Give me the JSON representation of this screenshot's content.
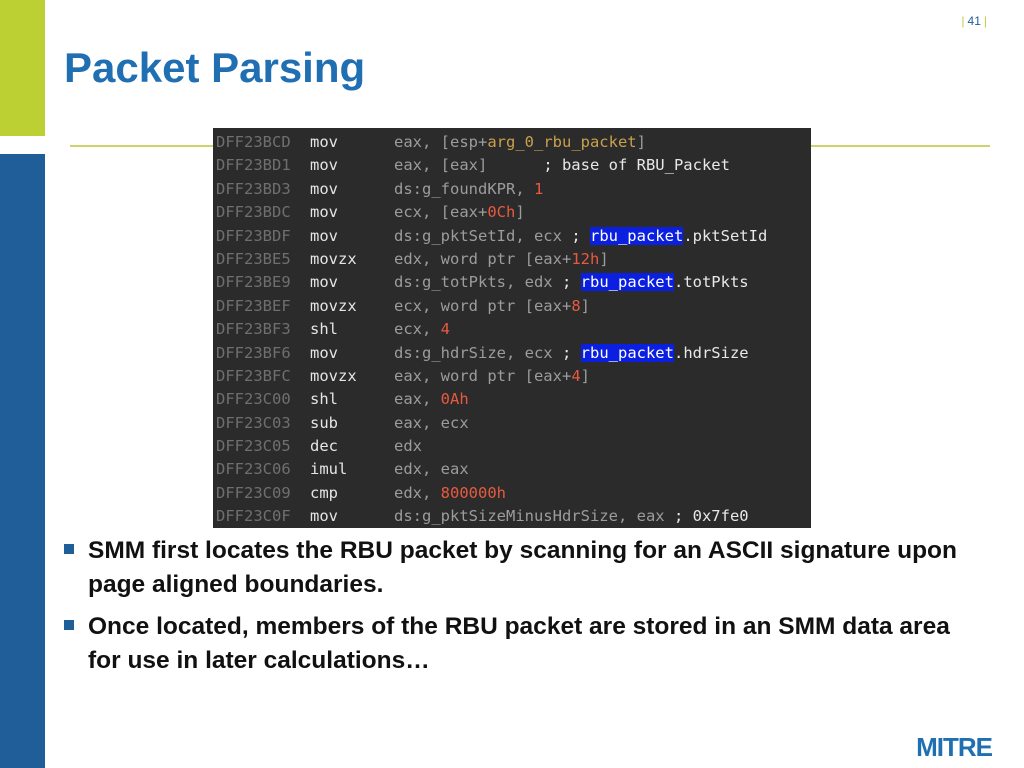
{
  "slide": {
    "page_number": "41",
    "title": "Packet Parsing",
    "logo": "MITRE",
    "accent_green": "#bccf33",
    "accent_blue": "#1f5e99",
    "title_color": "#1f6fb2"
  },
  "code": {
    "lines": [
      {
        "addr": "DFF23BCD",
        "mnem": "mov",
        "ops": [
          [
            "t",
            "eax, ["
          ],
          [
            "t",
            "esp+"
          ],
          [
            "sym",
            "arg_0_rbu_packet"
          ],
          [
            "t",
            "]"
          ]
        ]
      },
      {
        "addr": "DFF23BD1",
        "mnem": "mov",
        "ops": [
          [
            "t",
            "eax, [eax]      "
          ],
          [
            "cmt",
            "; base of RBU_Packet"
          ]
        ]
      },
      {
        "addr": "DFF23BD3",
        "mnem": "mov",
        "ops": [
          [
            "t",
            "ds:g_foundKPR, "
          ],
          [
            "num",
            "1"
          ]
        ]
      },
      {
        "addr": "DFF23BDC",
        "mnem": "mov",
        "ops": [
          [
            "t",
            "ecx, [eax+"
          ],
          [
            "num",
            "0Ch"
          ],
          [
            "t",
            "]"
          ]
        ]
      },
      {
        "addr": "DFF23BDF",
        "mnem": "mov",
        "ops": [
          [
            "t",
            "ds:g_pktSetId, ecx "
          ],
          [
            "cmt",
            "; "
          ],
          [
            "hl",
            "rbu_packet"
          ],
          [
            "cmt",
            ".pktSetId"
          ]
        ]
      },
      {
        "addr": "DFF23BE5",
        "mnem": "movzx",
        "ops": [
          [
            "t",
            "edx, word ptr [eax+"
          ],
          [
            "num",
            "12h"
          ],
          [
            "t",
            "]"
          ]
        ]
      },
      {
        "addr": "DFF23BE9",
        "mnem": "mov",
        "ops": [
          [
            "t",
            "ds:g_totPkts, edx "
          ],
          [
            "cmt",
            "; "
          ],
          [
            "hl",
            "rbu_packet"
          ],
          [
            "cmt",
            ".totPkts"
          ]
        ]
      },
      {
        "addr": "DFF23BEF",
        "mnem": "movzx",
        "ops": [
          [
            "t",
            "ecx, word ptr [eax+"
          ],
          [
            "num",
            "8"
          ],
          [
            "t",
            "]"
          ]
        ]
      },
      {
        "addr": "DFF23BF3",
        "mnem": "shl",
        "ops": [
          [
            "t",
            "ecx, "
          ],
          [
            "num",
            "4"
          ]
        ]
      },
      {
        "addr": "DFF23BF6",
        "mnem": "mov",
        "ops": [
          [
            "t",
            "ds:g_hdrSize, ecx "
          ],
          [
            "cmt",
            "; "
          ],
          [
            "hl",
            "rbu_packet"
          ],
          [
            "cmt",
            ".hdrSize"
          ]
        ]
      },
      {
        "addr": "DFF23BFC",
        "mnem": "movzx",
        "ops": [
          [
            "t",
            "eax, word ptr [eax+"
          ],
          [
            "num",
            "4"
          ],
          [
            "t",
            "]"
          ]
        ]
      },
      {
        "addr": "DFF23C00",
        "mnem": "shl",
        "ops": [
          [
            "t",
            "eax, "
          ],
          [
            "num",
            "0Ah"
          ]
        ]
      },
      {
        "addr": "DFF23C03",
        "mnem": "sub",
        "ops": [
          [
            "t",
            "eax, ecx"
          ]
        ]
      },
      {
        "addr": "DFF23C05",
        "mnem": "dec",
        "ops": [
          [
            "t",
            "edx"
          ]
        ]
      },
      {
        "addr": "DFF23C06",
        "mnem": "imul",
        "ops": [
          [
            "t",
            "edx, eax"
          ]
        ]
      },
      {
        "addr": "DFF23C09",
        "mnem": "cmp",
        "ops": [
          [
            "t",
            "edx, "
          ],
          [
            "num",
            "800000h"
          ]
        ]
      },
      {
        "addr": "DFF23C0F",
        "mnem": "mov",
        "ops": [
          [
            "t",
            "ds:g_pktSizeMinusHdrSize, eax "
          ],
          [
            "cmt",
            "; 0x7fe0"
          ]
        ]
      }
    ]
  },
  "bullets": [
    "SMM first locates the RBU packet by scanning for an ASCII signature upon page aligned boundaries.",
    "Once located, members of the RBU packet are stored in an SMM data area for use in later calculations…"
  ]
}
